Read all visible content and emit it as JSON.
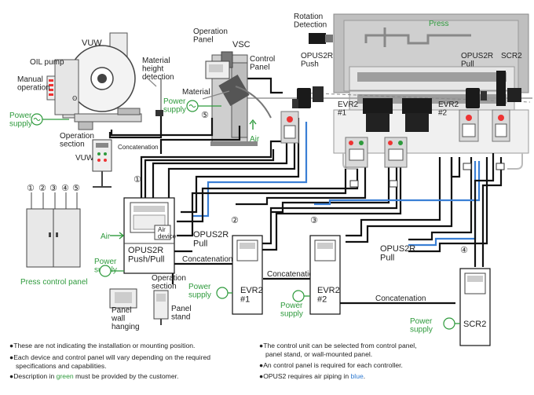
{
  "labels": {
    "press": "Press",
    "rotation_detection": "Rotation\nDetection",
    "vuw": "VUW",
    "vuw_bottom": "VUW",
    "oil_pump": "OIL pump",
    "manual_operation": "Manual\noperation",
    "material_height_detection": "Material\nheight\ndetection",
    "vsc": "VSC",
    "operation_panel": "Operation\nPanel",
    "control_panel": "Control\nPanel",
    "material": "Material",
    "power_supply": "Power\nsupply",
    "air": "Air",
    "operation_section": "Operation\nsection",
    "concatenation": "Concatenation",
    "opus2r_push": "OPUS2R\nPush",
    "opus2r_pull": "OPUS2R\nPull",
    "scr2": "SCR2",
    "evr2_1": "EVR2\n#1",
    "evr2_2": "EVR2\n#2",
    "press_control_panel": "Press control panel",
    "opus2r_pull_mid": "OPUS2R\nPull",
    "opus2r_push_pull": "OPUS2R\nPush/Pull",
    "air_device": "Air\ndevice",
    "panel_wall_hanging": "Panel\nwall\nhanging",
    "panel_stand": "Panel\nstand",
    "opus2r_pull_right": "OPUS2R\nPull",
    "evr2_1_unit": "EVR2\n#1",
    "evr2_2_unit": "EVR2\n#2",
    "scr2_unit": "SCR2"
  },
  "numbers": [
    "①",
    "②",
    "③",
    "④",
    "⑤"
  ],
  "notes": [
    {
      "bullet": "●",
      "text": "These are not indicating the installation or mounting position."
    },
    {
      "bullet": "●",
      "text": "Each device and control panel will vary depending on the required specifications and capabilities."
    },
    {
      "bullet": "●",
      "text_before": "Description in ",
      "text_color": "green",
      "text_after": " must be provided by the customer."
    },
    {
      "bullet": "●",
      "text": "The control unit can be selected from control panel, panel stand, or wall-mounted panel."
    },
    {
      "bullet": "●",
      "text": "An control panel is required for each controller."
    },
    {
      "bullet": "●",
      "text_before": "OPUS2 requires air piping in ",
      "text_color": "blue",
      "text_after": "."
    }
  ],
  "colors": {
    "customer_green": "#2e9a3c",
    "air_blue": "#3a7fd5",
    "cable_black": "#111111"
  }
}
